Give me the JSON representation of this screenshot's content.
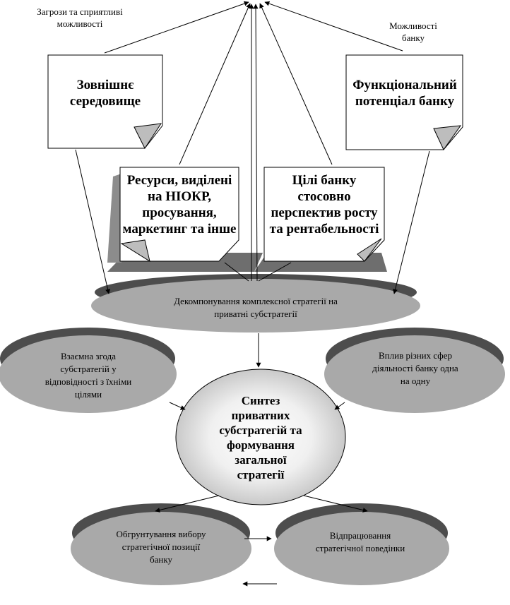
{
  "annotations": {
    "threats_line1": "Загрози та сприятливі",
    "threats_line2": "можливості",
    "opportunities_line1": "Можливості",
    "opportunities_line2": "банку"
  },
  "notes": {
    "external": [
      "Зовнішнє",
      "середовище"
    ],
    "functional": [
      "Функціональний",
      "потенціал банку"
    ],
    "resources": [
      "Ресурси, виділені",
      "на НІОКР,",
      "просування,",
      "маркетинг та інше"
    ],
    "goals": [
      "Цілі банку",
      "стосовно",
      "перспектив росту",
      "та рентабельності"
    ]
  },
  "ellipses": {
    "decomposition": [
      "Декомпонування комплексної стратегії на",
      "приватні субстратегії"
    ],
    "agreement": [
      "Взаємна згода",
      "субстратегій у",
      "відповідності з їхніми",
      "цілями"
    ],
    "influence": [
      "Вплив різних сфер",
      "діяльності банку одна",
      "на одну"
    ],
    "justification": [
      "Обгрунтування вибору",
      "стратегічної позиції",
      "банку"
    ],
    "behavior": [
      "Відпрацювання",
      "стратегічної поведінки"
    ]
  },
  "synthesis": [
    "Синтез",
    "приватних",
    "субстратегій та",
    "формування",
    "загальної",
    "стратегії"
  ],
  "colors": {
    "ellipse_fill": "#a9a9a9",
    "ellipse_shadow": "#4d4d4d",
    "note_shadow": "#6e6e6e",
    "line": "#000000"
  }
}
